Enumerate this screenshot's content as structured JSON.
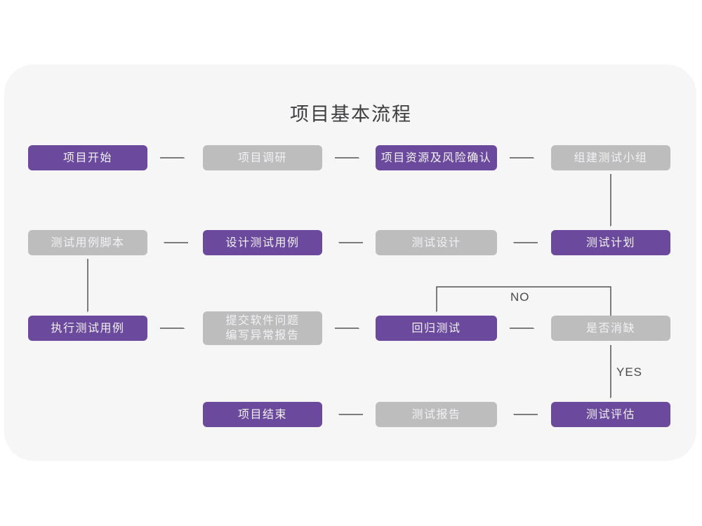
{
  "title": "项目基本流程",
  "colors": {
    "node_purple": "#6b4a9d",
    "node_gray": "#bdbdbd",
    "card_background": "#f6f6f7",
    "arrow": "#545456",
    "node_text": "#f2f1f5",
    "title_text": "#3d3d3f"
  },
  "nodes": [
    {
      "id": "project-start",
      "label": "项目开始",
      "variant": "purple"
    },
    {
      "id": "project-research",
      "label": "项目调研",
      "variant": "gray"
    },
    {
      "id": "resource-risk-confirm",
      "label": "项目资源及风险确认",
      "variant": "purple"
    },
    {
      "id": "build-test-team",
      "label": "组建测试小组",
      "variant": "gray"
    },
    {
      "id": "test-plan",
      "label": "测试计划",
      "variant": "purple"
    },
    {
      "id": "test-design",
      "label": "测试设计",
      "variant": "gray"
    },
    {
      "id": "design-test-cases",
      "label": "设计测试用例",
      "variant": "purple"
    },
    {
      "id": "test-case-scripts",
      "label": "测试用例脚本",
      "variant": "gray"
    },
    {
      "id": "execute-test-cases",
      "label": "执行测试用例",
      "variant": "purple"
    },
    {
      "id": "submit-issue-report",
      "label": "提交软件问题\n编写异常报告",
      "variant": "gray"
    },
    {
      "id": "regression-test",
      "label": "回归测试",
      "variant": "purple"
    },
    {
      "id": "defect-resolved",
      "label": "是否消缺",
      "variant": "gray"
    },
    {
      "id": "test-evaluation",
      "label": "测试评估",
      "variant": "purple"
    },
    {
      "id": "test-report",
      "label": "测试报告",
      "variant": "gray"
    },
    {
      "id": "project-end",
      "label": "项目结束",
      "variant": "purple"
    }
  ],
  "edge_labels": {
    "no": "NO",
    "yes": "YES"
  }
}
